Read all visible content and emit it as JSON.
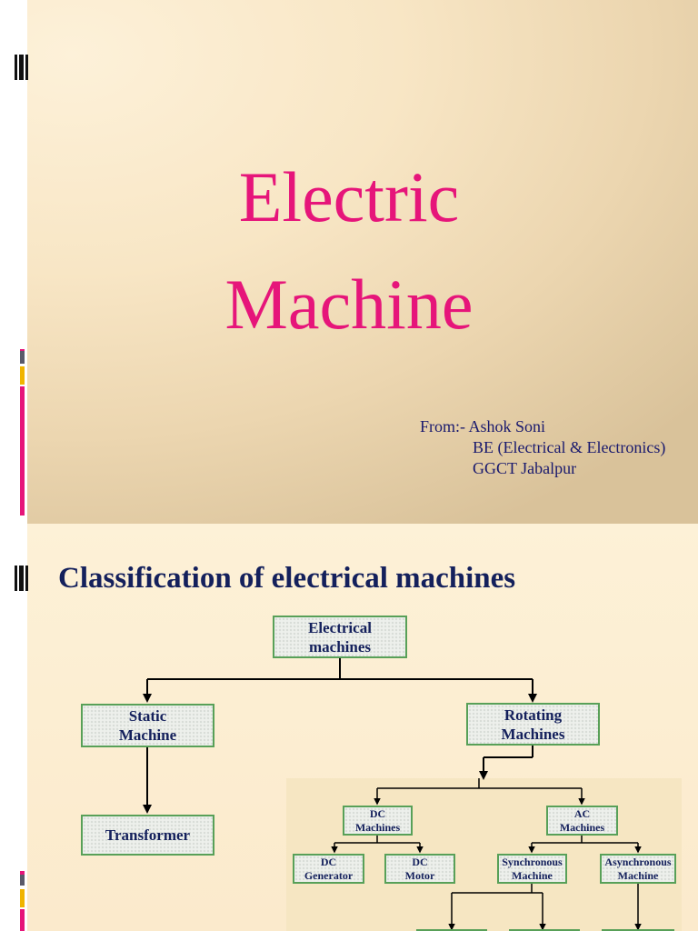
{
  "slide1": {
    "title_line1": "Electric",
    "title_line2": "Machine",
    "from_line1": "From:- Ashok  Soni",
    "from_line2": "BE (Electrical & Electronics)",
    "from_line3": "GGCT Jabalpur"
  },
  "slide2": {
    "heading": "Classification of electrical machines",
    "nodes": {
      "electrical_machines": [
        "Electrical",
        "machines"
      ],
      "static_machine": [
        "Static",
        "Machine"
      ],
      "rotating_machines": [
        "Rotating",
        "Machines"
      ],
      "transformer": "Transformer",
      "dc_machines": [
        "DC",
        "Machines"
      ],
      "ac_machines": [
        "AC",
        "Machines"
      ],
      "dc_generator": [
        "DC",
        "Generator"
      ],
      "dc_motor": [
        "DC",
        "Motor"
      ],
      "synchronous_machine": [
        "Synchronous",
        "Machine"
      ],
      "asynchronous_machine": [
        "Asynchronous",
        "Machine"
      ]
    }
  },
  "colors": {
    "title": "#e6157a",
    "heading": "#14205c",
    "box_border": "#58a058",
    "bar_pink": "#e6157a",
    "bar_gold": "#f0b400",
    "bar_gray": "#5a5a6a"
  },
  "icons": [
    "slide-marker-icon"
  ]
}
